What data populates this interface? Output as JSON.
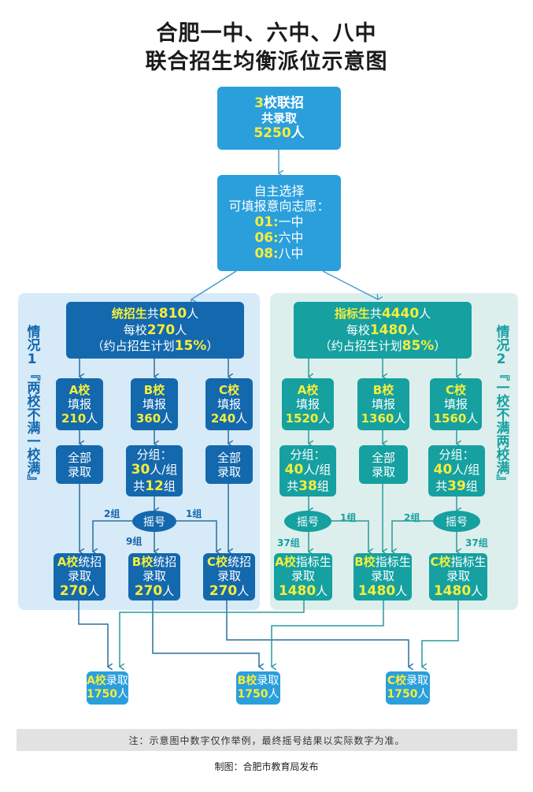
{
  "title": {
    "line1": "合肥一中、六中、八中",
    "line2": "联合招生均衡派位示意图"
  },
  "top_box": {
    "num_schools": "3",
    "line1_suffix": "校联招",
    "line2": "共录取",
    "total": "5250",
    "unit": "人"
  },
  "choice_box": {
    "line1": "自主选择",
    "line2": "可填报意向志愿：",
    "options": [
      {
        "code": "01",
        "sep": ":",
        "school": "一中"
      },
      {
        "code": "06",
        "sep": ":",
        "school": "六中"
      },
      {
        "code": "08",
        "sep": ":",
        "school": "八中"
      }
    ]
  },
  "colors": {
    "sky": "#2a9fdc",
    "navy": "#1468ad",
    "teal": "#16a0a0",
    "highlight": "#f4ee3c",
    "left_panel": "#d6eaf8",
    "right_panel": "#dcefed"
  },
  "left": {
    "case_label": "情况1",
    "case_desc": "『两校不满一校满』",
    "header": {
      "kind": "统招生",
      "total_prefix": "共",
      "total": "810",
      "unit": "人",
      "per_prefix": "每校",
      "per": "270",
      "pct_prefix": "（约占招生计划",
      "pct": "15%",
      "pct_suffix": "）"
    },
    "schools": [
      {
        "name": "A校",
        "apply_label": "填报",
        "apply": "210",
        "unit": "人",
        "step_line1": "全部",
        "step_line2": "录取",
        "result_label": "统招",
        "result_line2": "录取",
        "result": "270"
      },
      {
        "name": "B校",
        "apply_label": "填报",
        "apply": "360",
        "unit": "人",
        "step_line1": "分组：",
        "group_size": "30",
        "group_size_suffix": "人/组",
        "group_count_prefix": "共",
        "group_count": "12",
        "group_count_suffix": "组",
        "result_label": "统招",
        "result_line2": "录取",
        "result": "270"
      },
      {
        "name": "C校",
        "apply_label": "填报",
        "apply": "240",
        "unit": "人",
        "step_line1": "全部",
        "step_line2": "录取",
        "result_label": "统招",
        "result_line2": "录取",
        "result": "270"
      }
    ],
    "lottery": {
      "label": "摇号",
      "to_a": "2组",
      "to_b": "9组",
      "to_c": "1组"
    }
  },
  "right": {
    "case_label": "情况2",
    "case_desc": "『一校不满两校满』",
    "header": {
      "kind": "指标生",
      "total_prefix": "共",
      "total": "4440",
      "unit": "人",
      "per_prefix": "每校",
      "per": "1480",
      "pct_prefix": "（约占招生计划",
      "pct": "85%",
      "pct_suffix": "）"
    },
    "schools": [
      {
        "name": "A校",
        "apply_label": "填报",
        "apply": "1520",
        "unit": "人",
        "step_line1": "分组：",
        "group_size": "40",
        "group_size_suffix": "人/组",
        "group_count_prefix": "共",
        "group_count": "38",
        "group_count_suffix": "组",
        "result_label": "指标生",
        "result_line2": "录取",
        "result": "1480"
      },
      {
        "name": "B校",
        "apply_label": "填报",
        "apply": "1360",
        "unit": "人",
        "step_line1": "全部",
        "step_line2": "录取",
        "result_label": "指标生",
        "result_line2": "录取",
        "result": "1480"
      },
      {
        "name": "C校",
        "apply_label": "填报",
        "apply": "1560",
        "unit": "人",
        "step_line1": "分组：",
        "group_size": "40",
        "group_size_suffix": "人/组",
        "group_count_prefix": "共",
        "group_count": "39",
        "group_count_suffix": "组",
        "result_label": "指标生",
        "result_line2": "录取",
        "result": "1480"
      }
    ],
    "lottery_a": {
      "label": "摇号",
      "to_a": "37组",
      "to_b": "1组"
    },
    "lottery_c": {
      "label": "摇号",
      "to_c": "37组",
      "to_b": "2组"
    }
  },
  "finals": [
    {
      "name": "A校",
      "label": "录取",
      "total": "1750",
      "unit": "人"
    },
    {
      "name": "B校",
      "label": "录取",
      "total": "1750",
      "unit": "人"
    },
    {
      "name": "C校",
      "label": "录取",
      "total": "1750",
      "unit": "人"
    }
  ],
  "note": "注：示意图中数字仅作举例，最终摇号结果以实际数字为准。",
  "credit": "制图：合肥市教育局发布"
}
